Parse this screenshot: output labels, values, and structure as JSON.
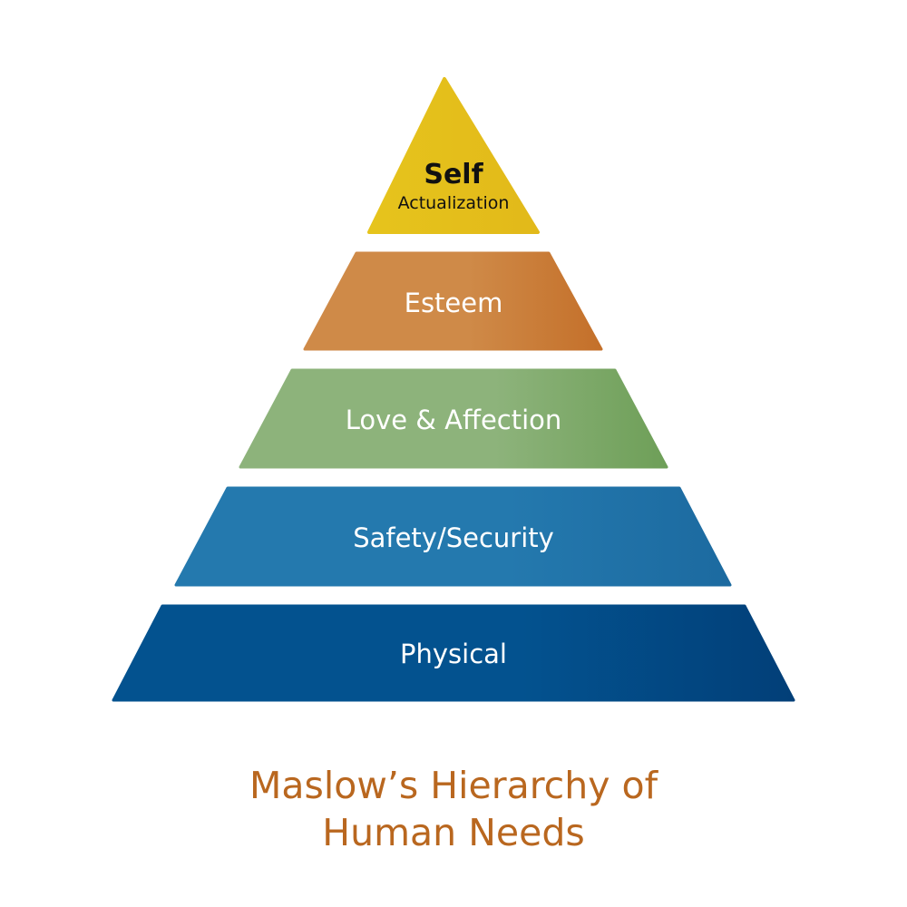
{
  "levels": [
    {
      "label_line1": "Self",
      "label_line2": "Actualization",
      "color": "#e6c41c",
      "color_end": "#e2b91a"
    },
    {
      "label": "Esteem",
      "color": "#cf8a48",
      "color_end": "#c4702a"
    },
    {
      "label": "Love & Affection",
      "color": "#8db37b",
      "color_end": "#6e9f58"
    },
    {
      "label": "Safety/Security",
      "color": "#2479ae",
      "color_end": "#1c6aa0"
    },
    {
      "label": "Physical",
      "color": "#03528f",
      "color_end": "#023f78"
    }
  ],
  "title": {
    "line1": "Maslow’s Hierarchy of",
    "line2": "Human Needs",
    "color": "#b9671f"
  }
}
